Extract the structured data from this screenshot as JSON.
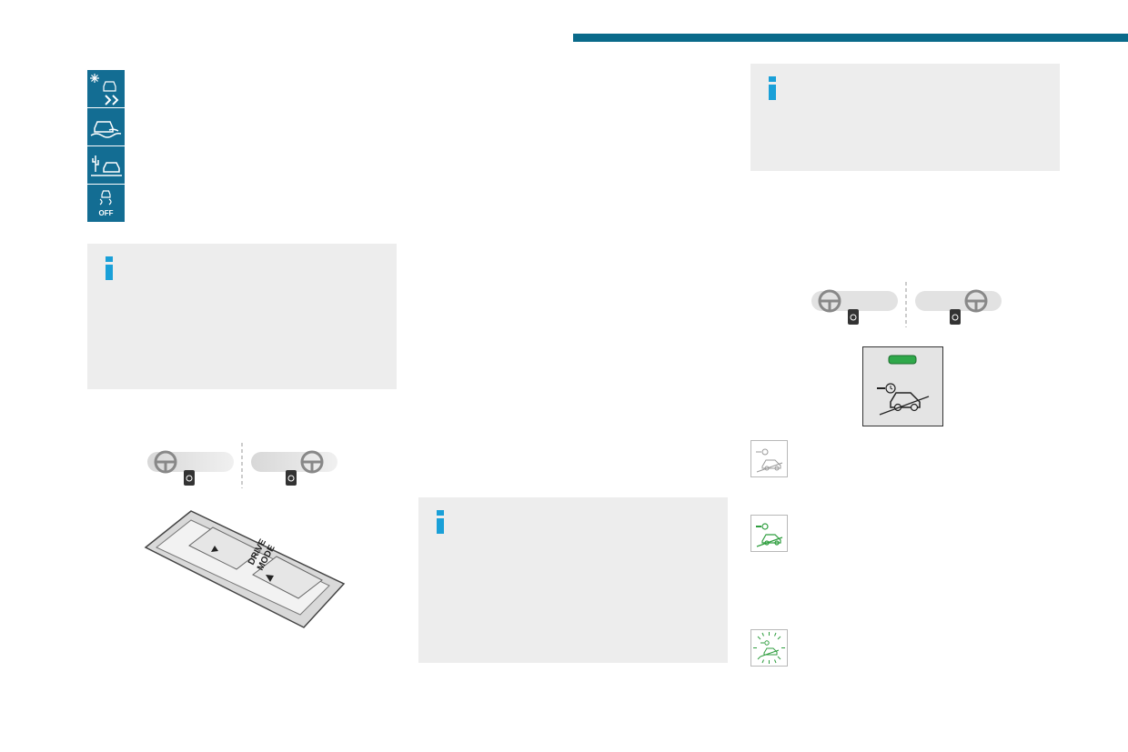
{
  "header": {
    "accent_color": "#0a6a8a"
  },
  "mode_icons": [
    {
      "icon": "snow-mode-icon",
      "off_text": ""
    },
    {
      "icon": "mud-mode-icon",
      "off_text": ""
    },
    {
      "icon": "sand-mode-icon",
      "off_text": ""
    },
    {
      "icon": "esc-off-icon",
      "off_text": "OFF"
    }
  ],
  "info_boxes": [
    {
      "icon": "info-icon",
      "color": "#1aa0d8"
    },
    {
      "icon": "info-icon",
      "color": "#1aa0d8"
    },
    {
      "icon": "info-icon",
      "color": "#1aa0d8"
    }
  ],
  "drive_mode_switch": {
    "label_line1": "DRIVE",
    "label_line2": "MODE"
  },
  "hill_descent": {
    "indicator_color": "#2fa84a",
    "status_icons": [
      "hill-descent-off-icon",
      "hill-descent-active-icon",
      "hill-descent-flashing-icon"
    ]
  }
}
